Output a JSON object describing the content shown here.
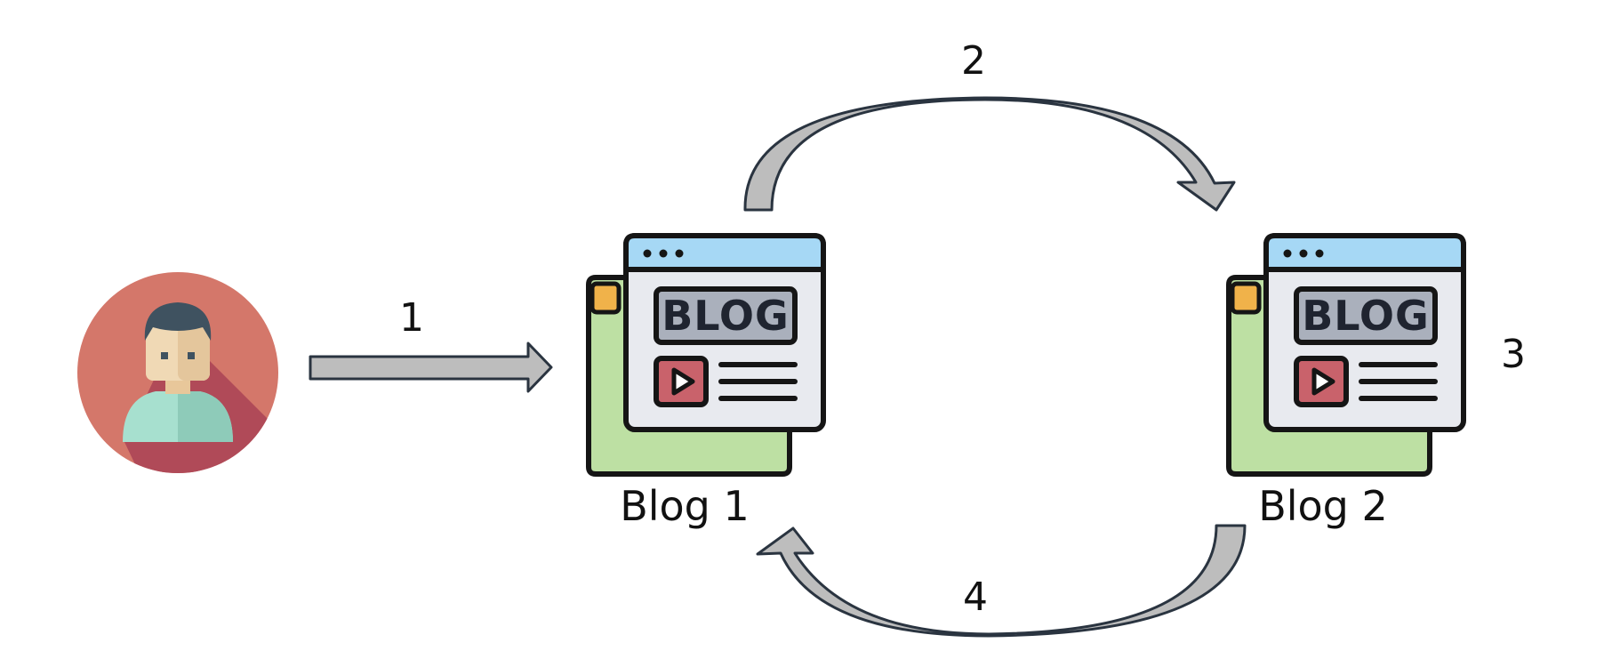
{
  "diagram": {
    "nodes": [
      {
        "id": "user",
        "icon": "user-avatar-icon"
      },
      {
        "id": "blog1",
        "label": "Blog 1",
        "icon": "blog-window-icon",
        "header_text": "BLOG"
      },
      {
        "id": "blog2",
        "label": "Blog 2",
        "icon": "blog-window-icon",
        "header_text": "BLOG"
      }
    ],
    "edges": [
      {
        "from": "user",
        "to": "blog1",
        "label": "1"
      },
      {
        "from": "blog1",
        "to": "blog2",
        "label": "2"
      },
      {
        "from": "blog2",
        "to": "blog1",
        "label": "4"
      }
    ],
    "blog2_side_label": "3"
  },
  "colors": {
    "avatar_bg": "#d4776a",
    "avatar_shadow": "#b04a58",
    "hair": "#3f5260",
    "skin": "#f0d9b5",
    "shirt": "#a7e0cf",
    "arrow_fill": "#bdbdbd",
    "arrow_stroke": "#2a3440",
    "window_header": "#a6d8f5",
    "window_body": "#e8eaef",
    "window_back": "#bde0a3",
    "tab": "#f0b24a",
    "blog_box": "#aab0bc",
    "play_box": "#c9626b",
    "outline": "#151515"
  }
}
